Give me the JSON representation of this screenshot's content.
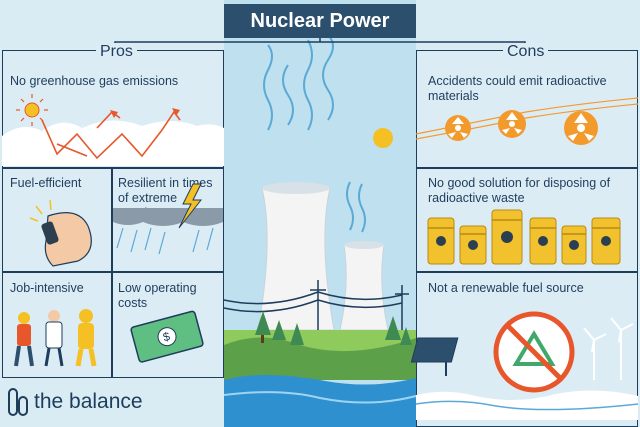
{
  "title": "Nuclear Power",
  "pros": {
    "header": "Pros",
    "greenhouse": "No greenhouse gas emissions",
    "fuel_efficient": "Fuel-efficient",
    "resilient": "Resilient in times of extreme weather",
    "job_intensive": "Job-intensive",
    "low_costs": "Low operating costs"
  },
  "cons": {
    "header": "Cons",
    "accidents": "Accidents could emit radioactive materials",
    "waste": "No good solution for disposing of radioactive waste",
    "renewable": "Not a renewable fuel source"
  },
  "brand": {
    "logo_text": "the balance"
  },
  "colors": {
    "navy": "#1e3d5c",
    "light_blue": "#dcecf5",
    "sun_yellow": "#f5c023",
    "arrow_red": "#e8572b",
    "barrel_yellow": "#f2c12e",
    "hazard_orange": "#f39a2c"
  }
}
